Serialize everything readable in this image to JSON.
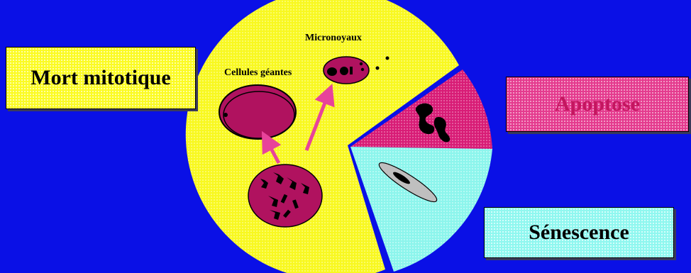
{
  "labels": {
    "mort_mitotique": "Mort mitotique",
    "apoptose": "Apoptose",
    "senescence": "Sénescence",
    "cellules_geantes": "Cellules géantes",
    "micronoyaux": "Micronoyaux"
  },
  "colors": {
    "background": "#0a10e6",
    "mitotic_slice": "#fbfb24",
    "apoptosis_slice": "#e01e7a",
    "senescence_slice": "#8ff7ef",
    "cell_fill": "#b0125f",
    "arrow": "#e8439a"
  },
  "icons": [
    "giant-cell-icon",
    "micronuclei-cell-icon",
    "mitotic-cell-icon",
    "apoptotic-body-icon",
    "senescent-cell-icon",
    "arrow-icon"
  ]
}
